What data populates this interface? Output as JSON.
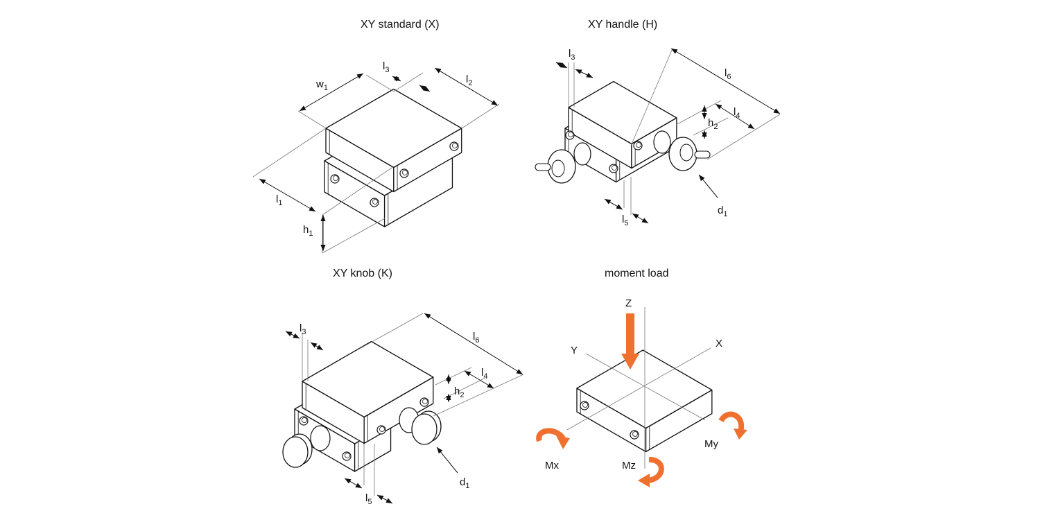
{
  "panels": {
    "standard": {
      "title": "XY standard (X)",
      "labels": {
        "w1": [
          "w",
          "1"
        ],
        "l3": [
          "l",
          "3"
        ],
        "l2": [
          "l",
          "2"
        ],
        "l1": [
          "l",
          "1"
        ],
        "h1": [
          "h",
          "1"
        ]
      }
    },
    "handle": {
      "title": "XY handle (H)",
      "labels": {
        "l3": [
          "l",
          "3"
        ],
        "l6": [
          "l",
          "6"
        ],
        "l4": [
          "l",
          "4"
        ],
        "h2": [
          "h",
          "2"
        ],
        "l5": [
          "l",
          "5"
        ],
        "d1": [
          "d",
          "1"
        ]
      }
    },
    "knob": {
      "title": "XY knob (K)",
      "labels": {
        "l3": [
          "l",
          "3"
        ],
        "l6": [
          "l",
          "6"
        ],
        "l4": [
          "l",
          "4"
        ],
        "h2": [
          "h",
          "2"
        ],
        "l5": [
          "l",
          "5"
        ],
        "d1": [
          "d",
          "1"
        ]
      }
    },
    "moment": {
      "title": "moment load",
      "axes": {
        "z": "Z",
        "y": "Y",
        "x": "X"
      },
      "moments": {
        "mx": "Mx",
        "my": "My",
        "mz": "Mz"
      }
    }
  },
  "colors": {
    "accent": "#f07030",
    "line": "#111111"
  }
}
